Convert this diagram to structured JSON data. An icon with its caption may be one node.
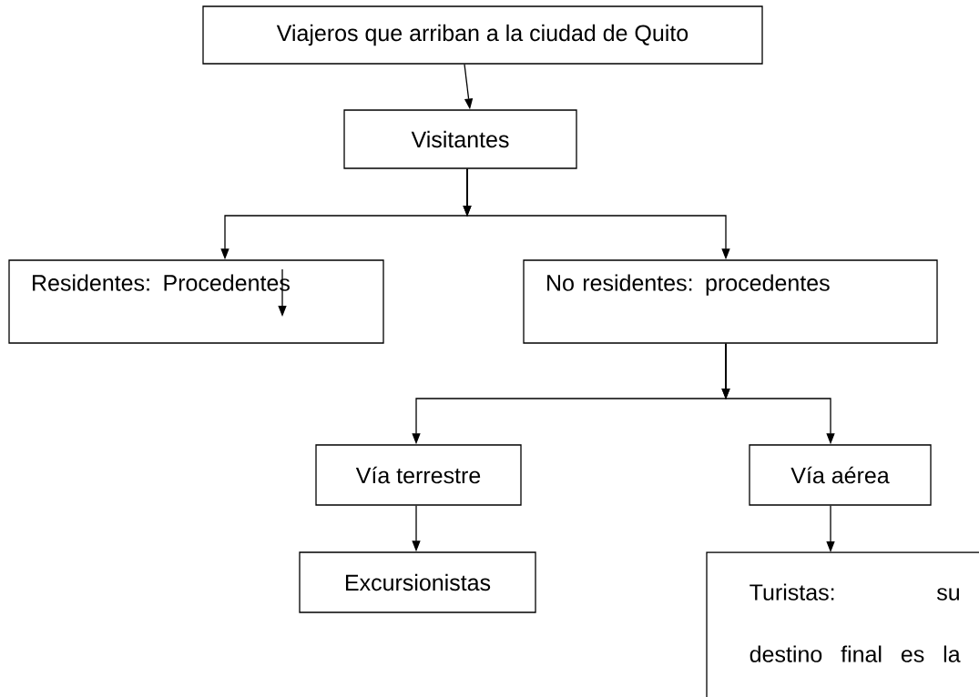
{
  "diagram": {
    "nodes": [
      {
        "text": [
          "Viajeros que arriban a la ciudad de Quito"
        ]
      },
      {
        "text": [
          "Visitantes"
        ]
      },
      {
        "text": [
          "Residentes: Procedentes"
        ]
      },
      {
        "text": [
          "No residentes: procedentes"
        ]
      },
      {
        "text": [
          "Vía terrestre"
        ]
      },
      {
        "text": [
          "Vía aérea"
        ]
      },
      {
        "text": [
          "Excursionistas"
        ]
      },
      {
        "text": [
          "Turistas: su destino final es la"
        ]
      }
    ],
    "edges": [
      {
        "from": 0,
        "to": 1,
        "arrow": "to"
      },
      {
        "from": 1,
        "to": 2,
        "arrow": "to"
      },
      {
        "from": 1,
        "to": 3,
        "arrow": "to"
      },
      {
        "from": 3,
        "to": 4,
        "arrow": "to"
      },
      {
        "from": 3,
        "to": 5,
        "arrow": "to"
      },
      {
        "from": 4,
        "to": 6,
        "arrow": "to"
      },
      {
        "from": 5,
        "to": 7,
        "arrow": "to"
      }
    ]
  }
}
